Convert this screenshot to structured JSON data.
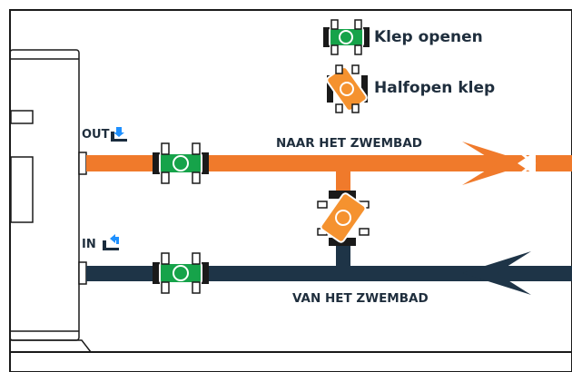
{
  "legend": {
    "open_valve": "Klep openen",
    "half_open_valve": "Halfopen klep"
  },
  "pipes": {
    "to_pool": "NAAR HET ZWEMBAD",
    "from_pool": "VAN HET ZWEMBAD"
  },
  "ports": {
    "out": "OUT",
    "in": "IN"
  },
  "colors": {
    "hot_pipe": "#f07a2b",
    "cold_pipe": "#1e3447",
    "valve_open": "#16a34a",
    "valve_half": "#f5922f",
    "outline": "#1a1a1a",
    "port_icon": "#1e90ff"
  }
}
